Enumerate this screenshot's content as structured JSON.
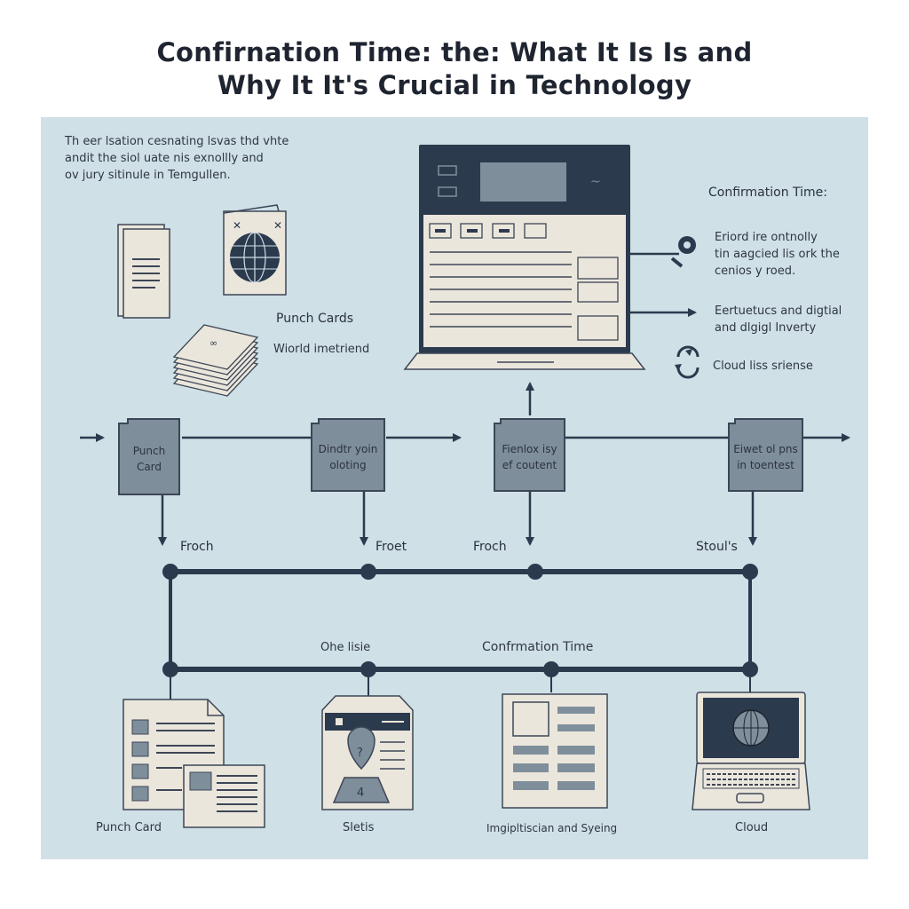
{
  "title": {
    "line1": "Confirnation Time: the: What It Is Is  and",
    "line2": "Why It It's Crucial  in Technology"
  },
  "intro_text": [
    "Th eer lsation cesnating lsvas thd vhte",
    "andit the siol uate nis exnollly and",
    "ov jury sitinule in Temgullen."
  ],
  "left_labels": {
    "punch_cards": "Punch Cards",
    "world": "Wiorld imetriend"
  },
  "right_panel": {
    "heading": "Confirmation Time:",
    "item1": [
      "Eriord ire ontnolly",
      "tin aagcied lis ork the",
      "cenios y roed."
    ],
    "item2": [
      "Eertuetucs and digtial",
      "and dlgigl Inverty"
    ],
    "item3": "Cloud liss sriense"
  },
  "flow_blocks": [
    {
      "line1": "Punch",
      "line2": "Card"
    },
    {
      "line1": "Dindtr yoin",
      "line2": "oloting"
    },
    {
      "line1": "Fienlox isy",
      "line2": "ef coutent"
    },
    {
      "line1": "Eiwet ol pns",
      "line2": "in toentest"
    }
  ],
  "timeline_top_labels": [
    "Froch",
    "Froet",
    "Froch",
    "Stoul's"
  ],
  "timeline_mid_labels": {
    "left": "Ohe lisie",
    "center": "Confrmation Time"
  },
  "bottom_labels": [
    "Punch Card",
    "Sletis",
    "Imgipltiscian and Syeing",
    "Cloud"
  ],
  "colors": {
    "panel": "#cfe0e6",
    "dark": "#2c3a4e",
    "block": "#7f8e9b",
    "paper": "#ebe6dc"
  }
}
